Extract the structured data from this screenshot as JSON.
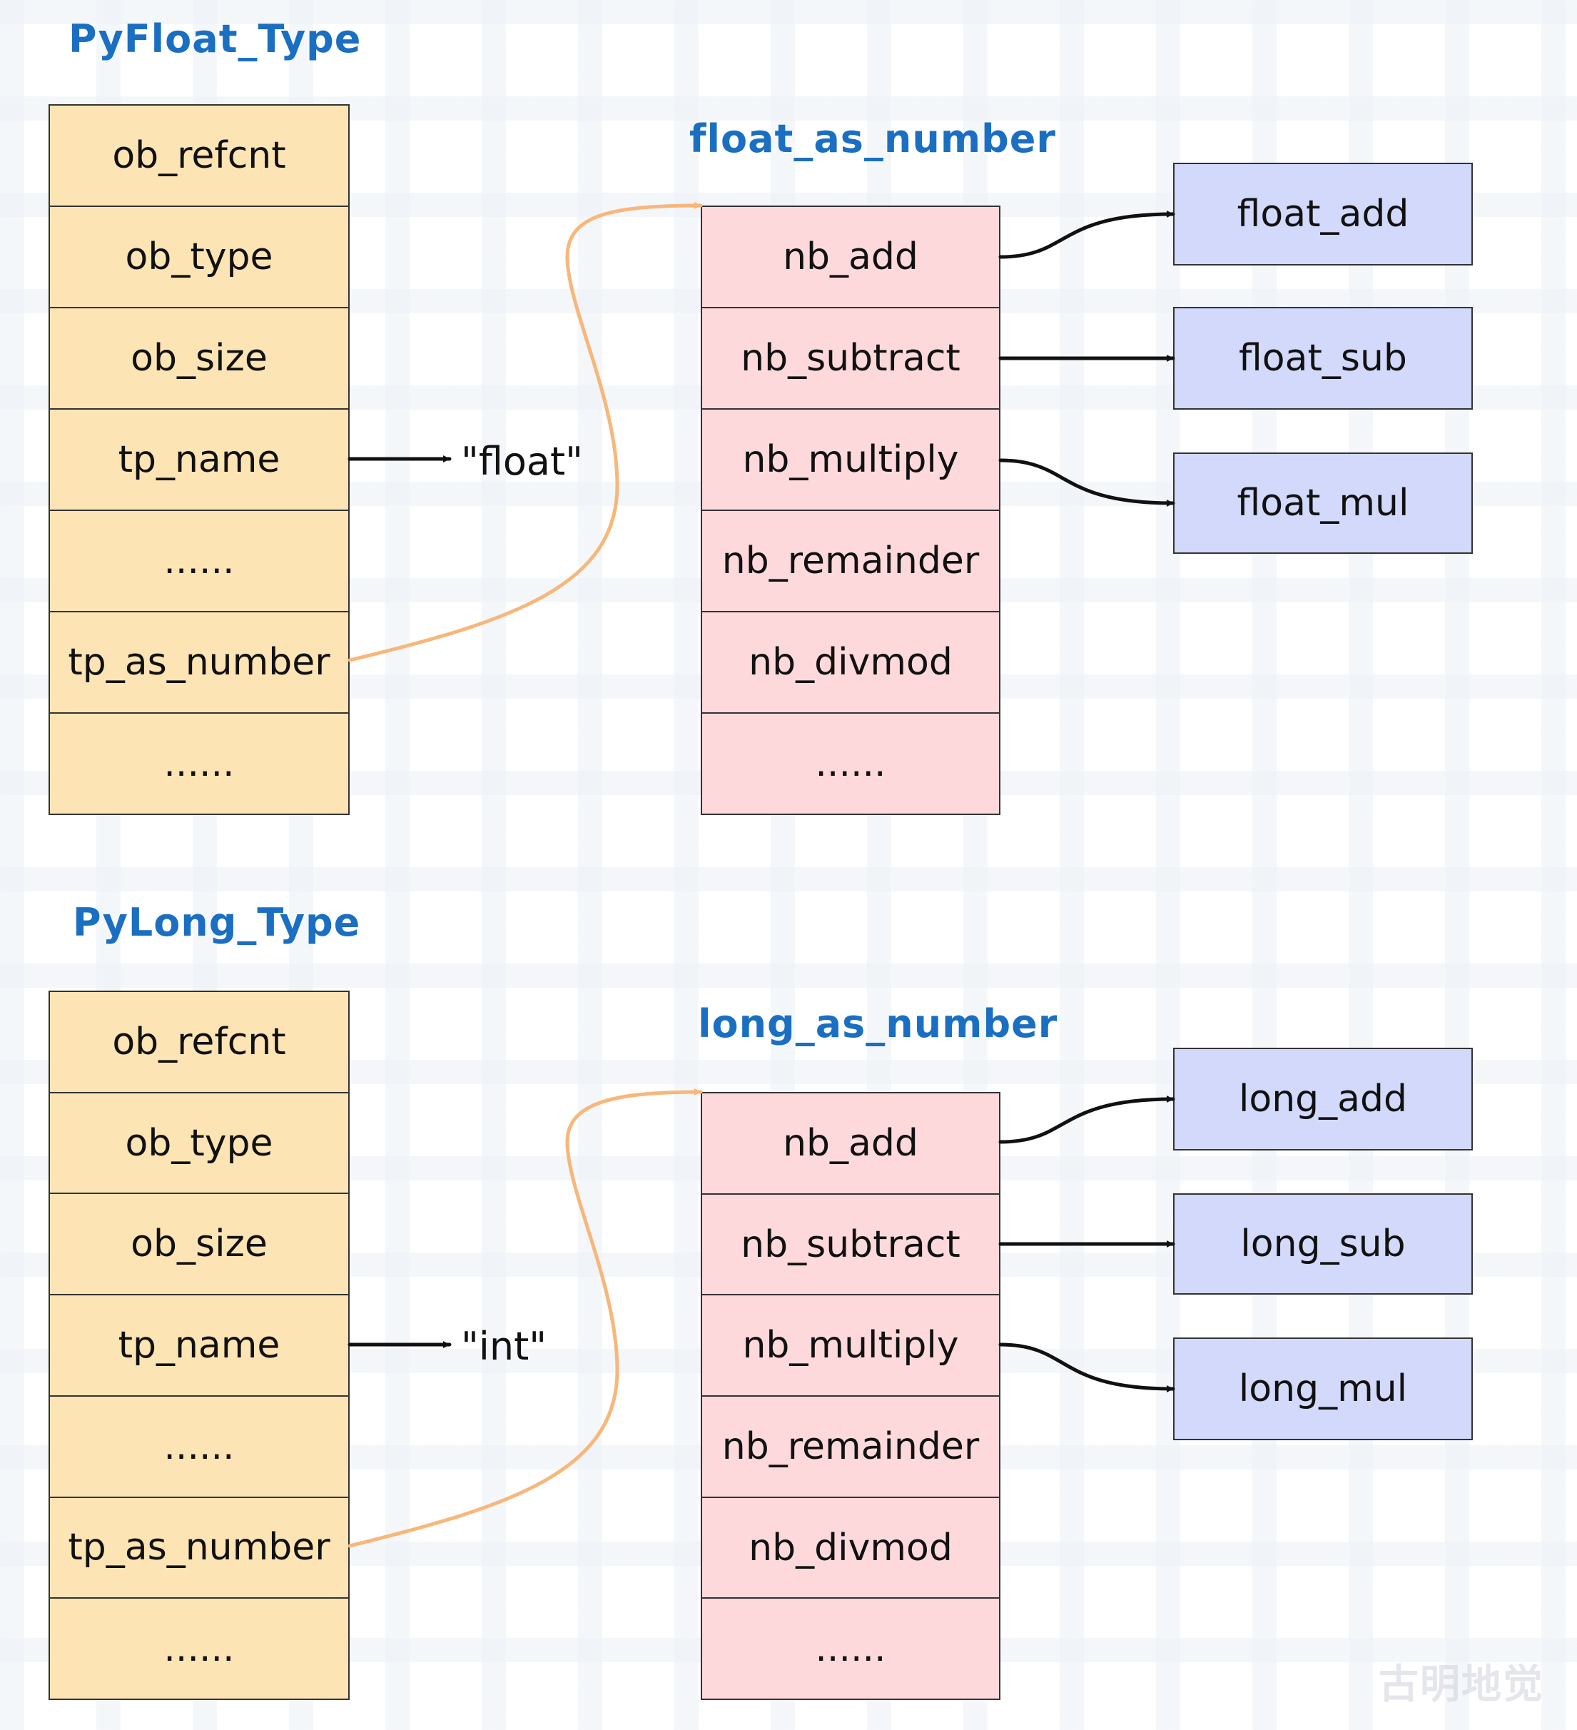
{
  "float_section": {
    "type_title": "PyFloat_Type",
    "type_fields": [
      "ob_refcnt",
      "ob_type",
      "ob_size",
      "tp_name",
      "......",
      "tp_as_number",
      "......"
    ],
    "name_value": "\"float\"",
    "number_title": "float_as_number",
    "number_fields": [
      "nb_add",
      "nb_subtract",
      "nb_multiply",
      "nb_remainder",
      "nb_divmod",
      "......"
    ],
    "functions": [
      "float_add",
      "float_sub",
      "float_mul"
    ]
  },
  "long_section": {
    "type_title": "PyLong_Type",
    "type_fields": [
      "ob_refcnt",
      "ob_type",
      "ob_size",
      "tp_name",
      "......",
      "tp_as_number",
      "......"
    ],
    "name_value": "\"int\"",
    "number_title": "long_as_number",
    "number_fields": [
      "nb_add",
      "nb_subtract",
      "nb_multiply",
      "nb_remainder",
      "nb_divmod",
      "......"
    ],
    "functions": [
      "long_add",
      "long_sub",
      "long_mul"
    ]
  },
  "watermark": "古明地觉",
  "colors": {
    "title": "#1a6fc2",
    "type_fill": "#fde4b4",
    "number_fill": "#fdd9dc",
    "function_fill": "#d2d9fb",
    "pointer_curve": "#f8b77a",
    "arrow": "#111111"
  }
}
